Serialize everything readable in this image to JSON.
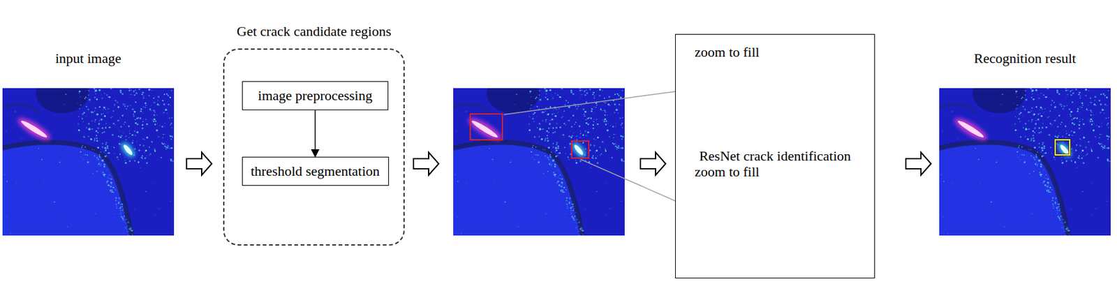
{
  "diagram": {
    "nodes": [
      {
        "text": [
          "Get crack candidate regions"
        ]
      },
      {
        "text": [
          "image preprocessing"
        ],
        "in": 0
      },
      {
        "text": [
          "threshold segmentation"
        ],
        "in": 0
      },
      {
        "text": [
          "ResNet crack identification"
        ]
      }
    ],
    "edges": [
      {
        "from": 1,
        "to": 2,
        "arrow": "to"
      }
    ],
    "labels": [
      "input image",
      "zoom to fill",
      "zoom to fill",
      "Recognition result"
    ]
  }
}
